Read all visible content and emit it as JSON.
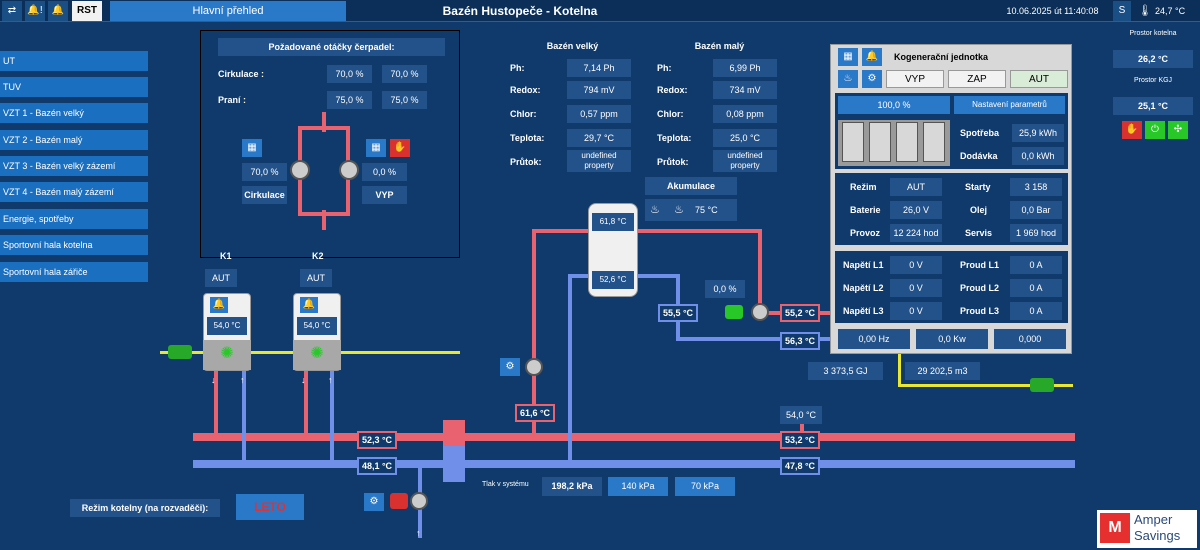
{
  "topbar": {
    "btn_swap": "⇄",
    "btn_alarm_ack": "🔔!",
    "btn_alarm": "🔔",
    "btn_rst": "RST",
    "nav_tab": "Hlavní přehled",
    "title": "Bazén Hustopeče - Kotelna",
    "datetime": "10.06.2025 út 11:40:08",
    "btn_s": "S",
    "outside_temp": "24,7 °C"
  },
  "sidebar": {
    "items": [
      {
        "label": "UT"
      },
      {
        "label": "TUV"
      },
      {
        "label": "VZT 1 - Bazén velký"
      },
      {
        "label": "VZT 2 - Bazén malý"
      },
      {
        "label": "VZT 3 - Bazén velký zázemí"
      },
      {
        "label": "VZT 4 - Bazén malý zázemí"
      },
      {
        "label": "Energie, spotřeby"
      },
      {
        "label": "Sportovní hala kotelna"
      },
      {
        "label": "Sportovní hala zářiče"
      }
    ]
  },
  "pump_panel": {
    "title": "Požadované otáčky čerpadel:",
    "row1_label": "Cirkulace :",
    "row1_v1": "70,0 %",
    "row1_v2": "70,0 %",
    "row2_label": "Praní :",
    "row2_v1": "75,0 %",
    "row2_v2": "75,0 %",
    "left_value": "70,0 %",
    "left_label": "Cirkulace",
    "right_value": "0,0 %",
    "right_label": "VYP"
  },
  "pool_big": {
    "title": "Bazén velký",
    "ph_label": "Ph:",
    "ph": "7,14 Ph",
    "redox_label": "Redox:",
    "redox": "794 mV",
    "chlor_label": "Chlor:",
    "chlor": "0,57 ppm",
    "temp_label": "Teplota:",
    "temp": "29,7 °C",
    "flow_label": "Průtok:",
    "flow": "undefined property"
  },
  "pool_small": {
    "title": "Bazén malý",
    "ph_label": "Ph:",
    "ph": "6,99 Ph",
    "redox_label": "Redox:",
    "redox": "734 mV",
    "chlor_label": "Chlor:",
    "chlor": "0,08 ppm",
    "temp_label": "Teplota:",
    "temp": "25,0 °C",
    "flow_label": "Průtok:",
    "flow": "undefined property"
  },
  "accumulation": {
    "title": "Akumulace",
    "temp": "75 °C",
    "tank_top": "61,8 °C",
    "tank_bottom": "52,6 °C"
  },
  "boilers": {
    "k1": {
      "name": "K1",
      "mode": "AUT",
      "temp": "54,0 °C"
    },
    "k2": {
      "name": "K2",
      "mode": "AUT",
      "temp": "54,0 °C"
    }
  },
  "cogen": {
    "title": "Kogenerační jednotka",
    "tab_off": "VYP",
    "tab_on": "ZAP",
    "tab_auto": "AUT",
    "power_pct": "100,0 %",
    "settings": "Nastavení parametrů",
    "consumption_label": "Spotřeba",
    "consumption": "25,9 kWh",
    "delivery_label": "Dodávka",
    "delivery": "0,0 kWh",
    "mode_label": "Režim",
    "mode": "AUT",
    "starts_label": "Starty",
    "starts": "3 158",
    "battery_label": "Baterie",
    "battery": "26,0 V",
    "oil_label": "Olej",
    "oil": "0,0 Bar",
    "runtime_label": "Provoz",
    "runtime": "12 224 hod",
    "service_label": "Servis",
    "service": "1 969 hod",
    "u1_label": "Napětí L1",
    "u1": "0 V",
    "i1_label": "Proud L1",
    "i1": "0 A",
    "u2_label": "Napětí L2",
    "u2": "0 V",
    "i2_label": "Proud L2",
    "i2": "0 A",
    "u3_label": "Napětí L3",
    "u3": "0 V",
    "i3_label": "Proud L3",
    "i3": "0 A",
    "freq": "0,00 Hz",
    "kw": "0,0 Kw",
    "pf": "0,000"
  },
  "rooms": {
    "boiler_room_label": "Prostor kotelna",
    "boiler_room": "26,2 °C",
    "kgj_room_label": "Prostor KGJ",
    "kgj_room": "25,1 °C"
  },
  "hydraulics": {
    "valve_pct": "0,0 %",
    "t_55_5": "55,5 °C",
    "t_55_2": "55,2 °C",
    "t_56_3": "56,3 °C",
    "energy_gj": "3 373,5 GJ",
    "gas_m3": "29 202,5 m3",
    "t_61_6": "61,6 °C",
    "t_54_0": "54,0 °C",
    "t_53_2": "53,2 °C",
    "t_47_8": "47,8 °C",
    "t_52_3": "52,3 °C",
    "t_48_1": "48,1 °C"
  },
  "pressure": {
    "label": "Tlak v systému",
    "v1": "198,2 kPa",
    "v2": "140 kPa",
    "v3": "70 kPa"
  },
  "mode": {
    "label": "Režim kotelny (na rozvaděči):",
    "value": "LETO"
  },
  "logo": {
    "line1": "Amper",
    "line2": "Savings"
  },
  "colors": {
    "background": "#0f3a6b",
    "supply_pipe": "#e8636f",
    "return_pipe": "#6f8fe8",
    "gas_pipe": "#e8e833",
    "accent": "#2a78c8"
  }
}
